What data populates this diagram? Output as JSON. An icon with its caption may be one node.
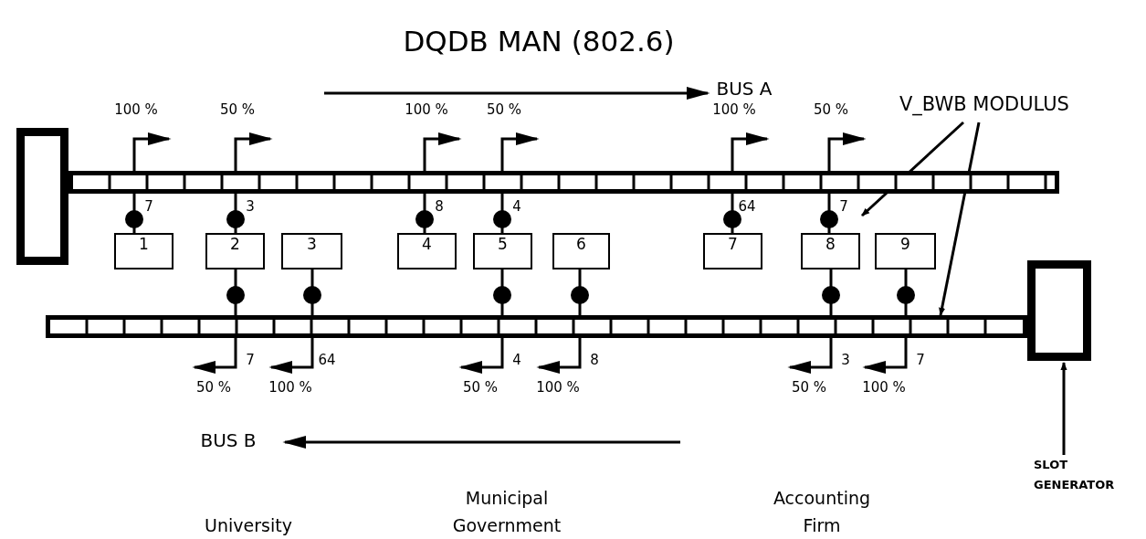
{
  "diagram": {
    "title": "DQDB MAN (802.6)",
    "nodes": [
      {
        "text": [],
        "shape": "box"
      },
      {
        "text": [],
        "shape": "box"
      },
      {
        "text": [],
        "shape": "bar"
      },
      {
        "text": [],
        "shape": "bar"
      },
      {
        "text": [
          "1"
        ]
      },
      {
        "text": [
          "2"
        ]
      },
      {
        "text": [
          "3"
        ]
      },
      {
        "text": [
          "4"
        ]
      },
      {
        "text": [
          "5"
        ]
      },
      {
        "text": [
          "6"
        ]
      },
      {
        "text": [
          "7"
        ]
      },
      {
        "text": [
          "8"
        ]
      },
      {
        "text": [
          "9"
        ]
      },
      {
        "text": [
          "V_BWB MODULUS"
        ]
      },
      {
        "text": [
          "SLOT GENERATOR"
        ]
      }
    ],
    "edges": [
      {
        "from": 4,
        "to": 2,
        "arrow": "other"
      },
      {
        "from": 5,
        "to": 2,
        "arrow": "other"
      },
      {
        "from": 7,
        "to": 2,
        "arrow": "other"
      },
      {
        "from": 8,
        "to": 2,
        "arrow": "other"
      },
      {
        "from": 10,
        "to": 2,
        "arrow": "other"
      },
      {
        "from": 11,
        "to": 2,
        "arrow": "other"
      },
      {
        "from": 5,
        "to": 3,
        "arrow": "none"
      },
      {
        "from": 6,
        "to": 3,
        "arrow": "none"
      },
      {
        "from": 8,
        "to": 3,
        "arrow": "none"
      },
      {
        "from": 9,
        "to": 3,
        "arrow": "none"
      },
      {
        "from": 11,
        "to": 3,
        "arrow": "none"
      },
      {
        "from": 12,
        "to": 3,
        "arrow": "none"
      },
      {
        "from": 13,
        "to": 11,
        "arrow": "to"
      },
      {
        "from": 13,
        "to": 3,
        "arrow": "to"
      },
      {
        "from": 14,
        "to": 1,
        "arrow": "to"
      }
    ],
    "labels": [
      "BUS A",
      "100 %",
      "50 %",
      "100 %",
      "50 %",
      "100 %",
      "50 %",
      "7",
      "3",
      "8",
      "4",
      "64",
      "7",
      "7",
      "64",
      "4",
      "8",
      "3",
      "7",
      "50 %",
      "100 %",
      "50 %",
      "100 %",
      "50 %",
      "100 %",
      "BUS B",
      "University",
      "Municipal Government",
      "Accounting Firm"
    ]
  }
}
